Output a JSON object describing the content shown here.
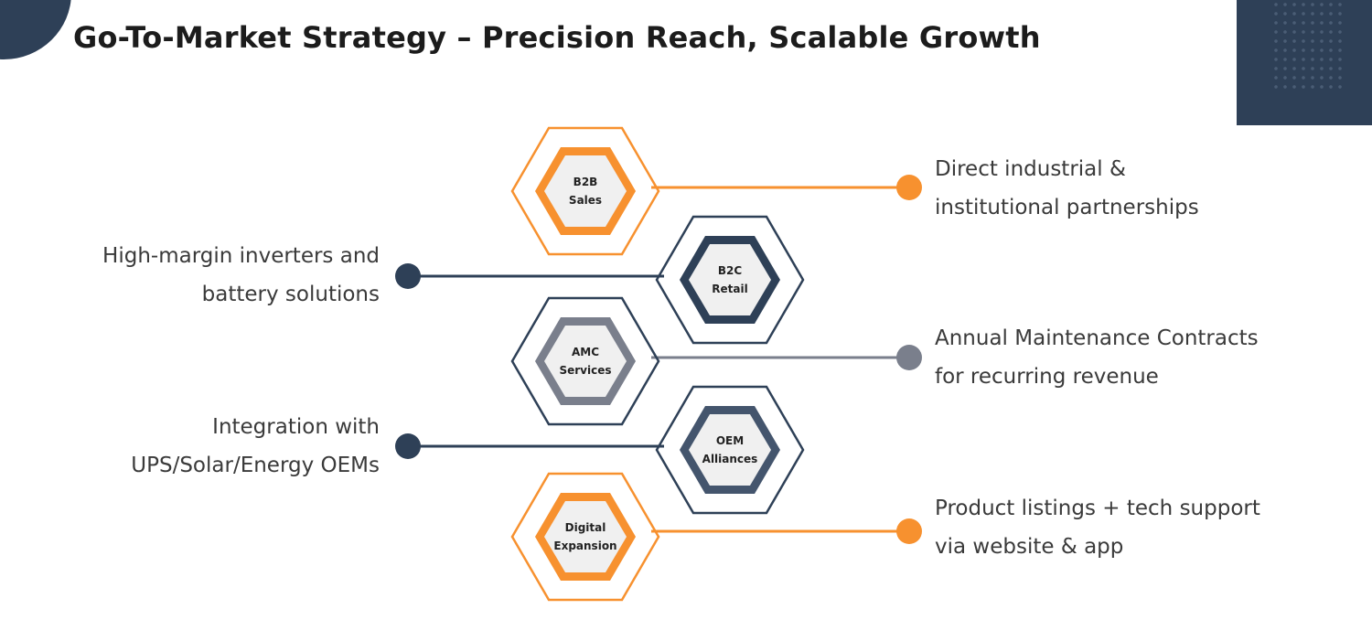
{
  "title": "Go-To-Market Strategy – Precision Reach, Scalable Growth",
  "colors": {
    "orange": "#f7912f",
    "navy": "#2e4057",
    "gray": "#7a7f8c",
    "slate": "#44556d",
    "hex_fill": "#f0f0f0"
  },
  "items": [
    {
      "line1": "B2B",
      "line2": "Sales",
      "desc_line1": "Direct industrial &",
      "desc_line2": "institutional partnerships"
    },
    {
      "line1": "B2C",
      "line2": "Retail",
      "desc_line1": "High-margin inverters and",
      "desc_line2": "battery solutions"
    },
    {
      "line1": "AMC",
      "line2": "Services",
      "desc_line1": "Annual Maintenance Contracts",
      "desc_line2": "for recurring revenue"
    },
    {
      "line1": "OEM",
      "line2": "Alliances",
      "desc_line1": "Integration with",
      "desc_line2": "UPS/Solar/Energy OEMs"
    },
    {
      "line1": "Digital",
      "line2": "Expansion",
      "desc_line1": "Product listings + tech support",
      "desc_line2": "via website & app"
    }
  ]
}
